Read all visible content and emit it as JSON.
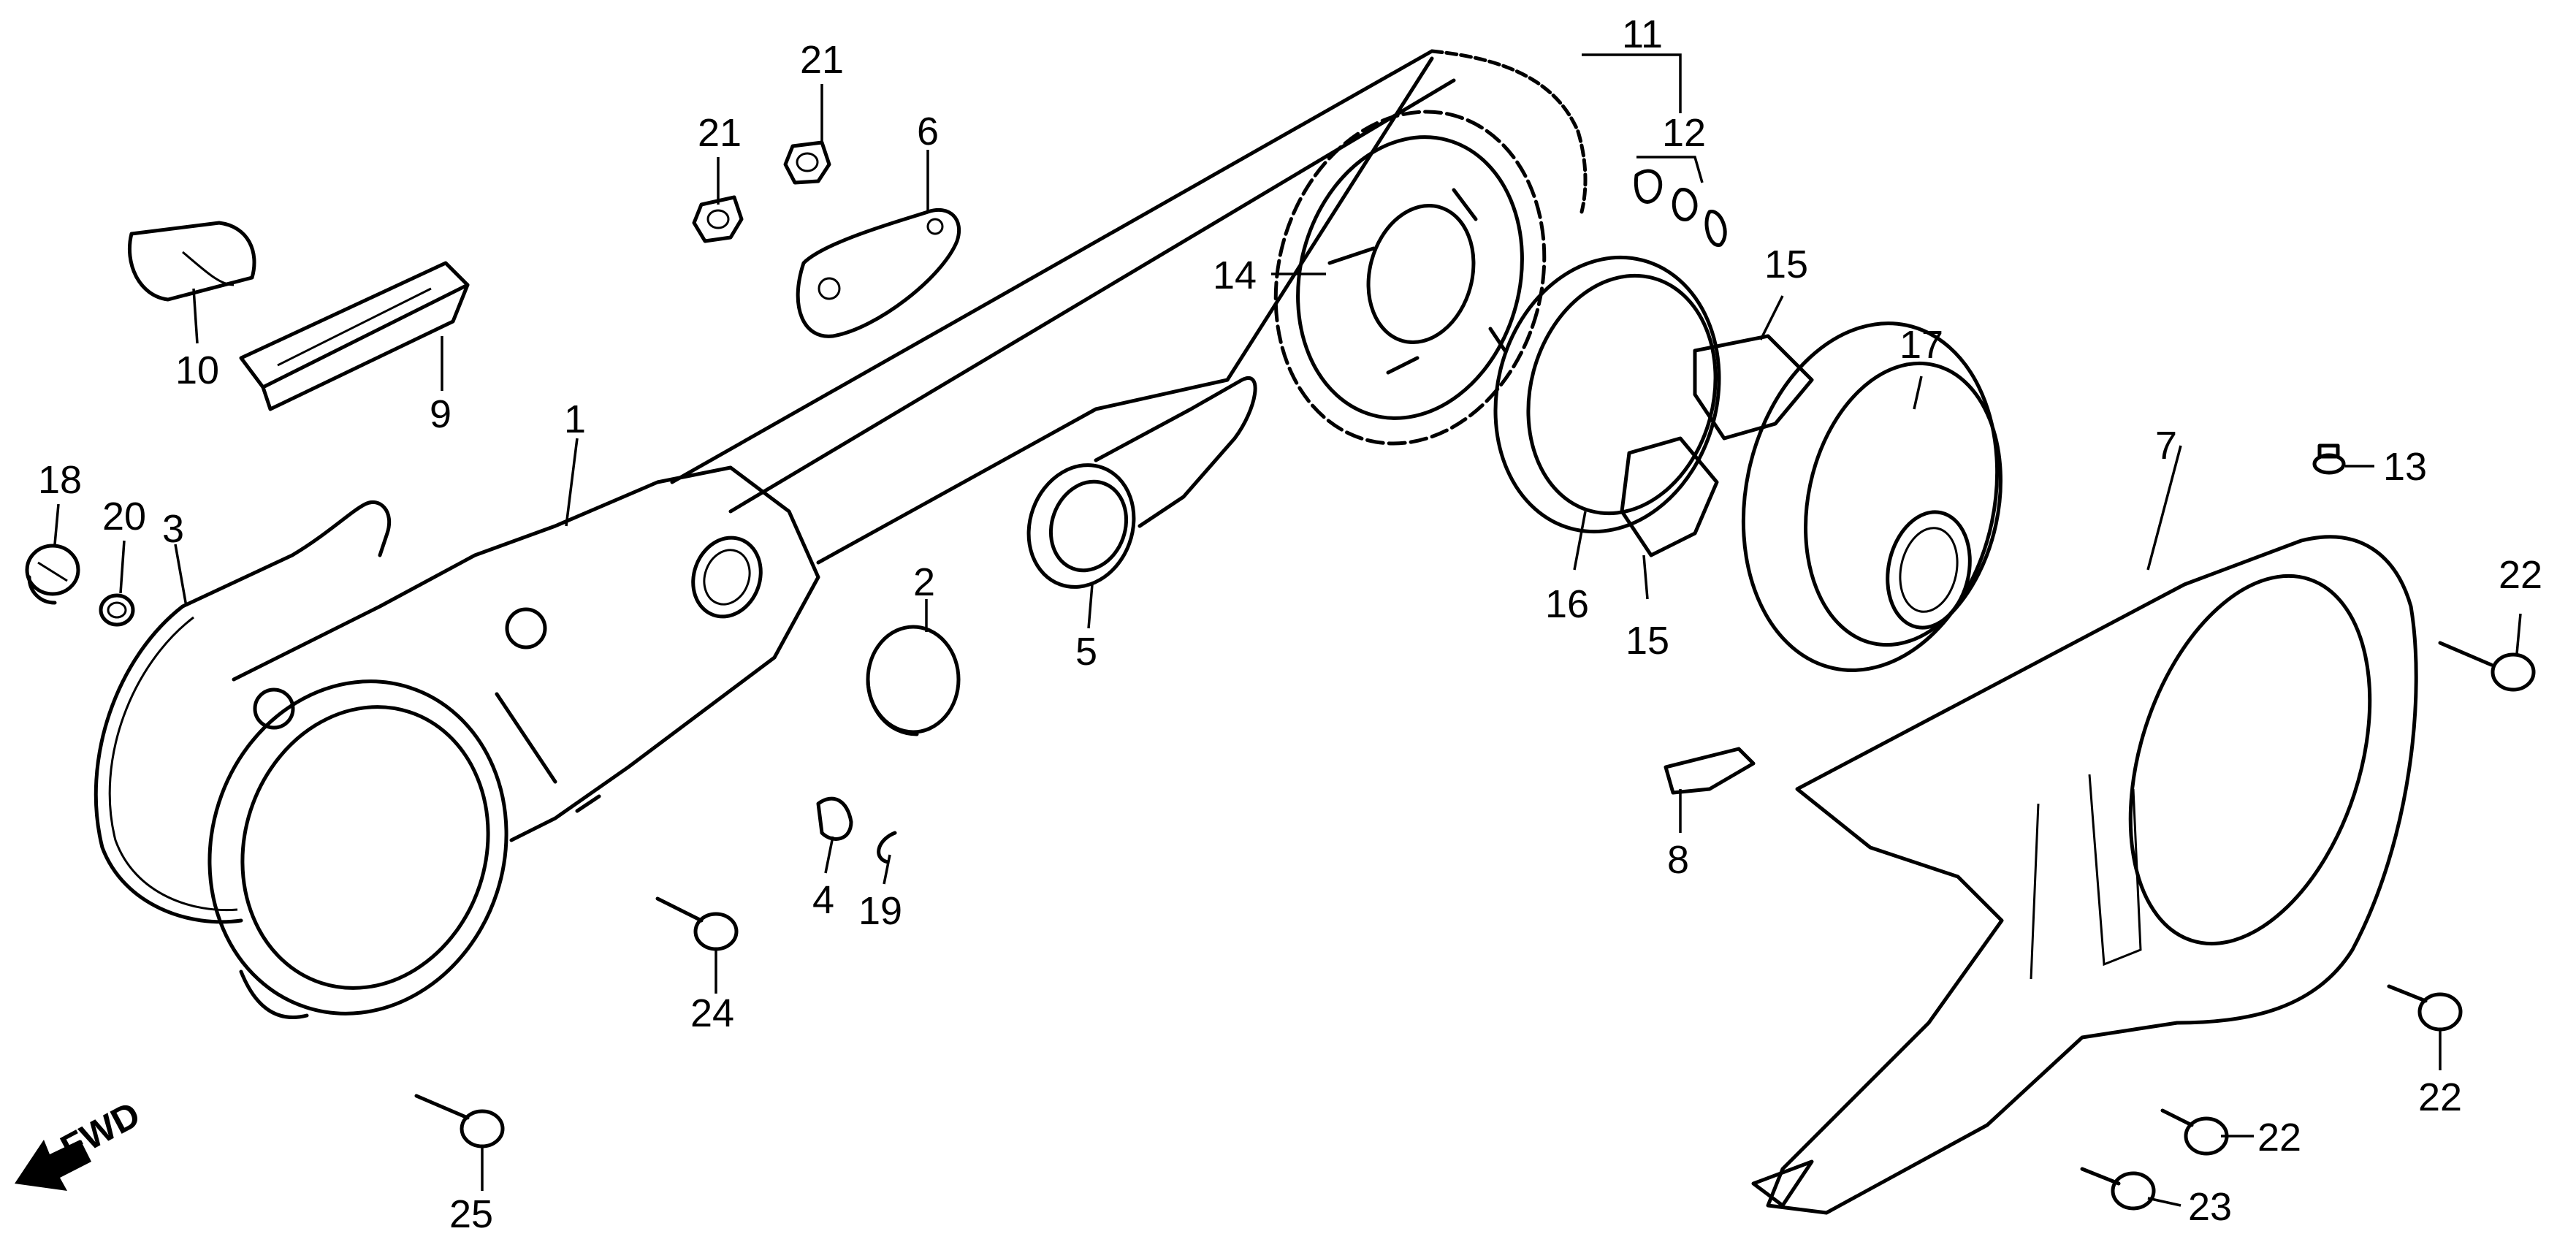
{
  "callouts": {
    "c1": "1",
    "c2": "2",
    "c3": "3",
    "c4": "4",
    "c5": "5",
    "c6": "6",
    "c7": "7",
    "c8": "8",
    "c9": "9",
    "c10": "10",
    "c11": "11",
    "c12": "12",
    "c13": "13",
    "c14": "14",
    "c15a": "15",
    "c15b": "15",
    "c16": "16",
    "c17": "17",
    "c18": "18",
    "c19": "19",
    "c20": "20",
    "c21a": "21",
    "c21b": "21",
    "c22a": "22",
    "c22b": "22",
    "c22c": "22",
    "c23": "23",
    "c24": "24",
    "c25": "25"
  },
  "direction": {
    "label": "FWD",
    "icon": "arrow-left-down-icon"
  }
}
